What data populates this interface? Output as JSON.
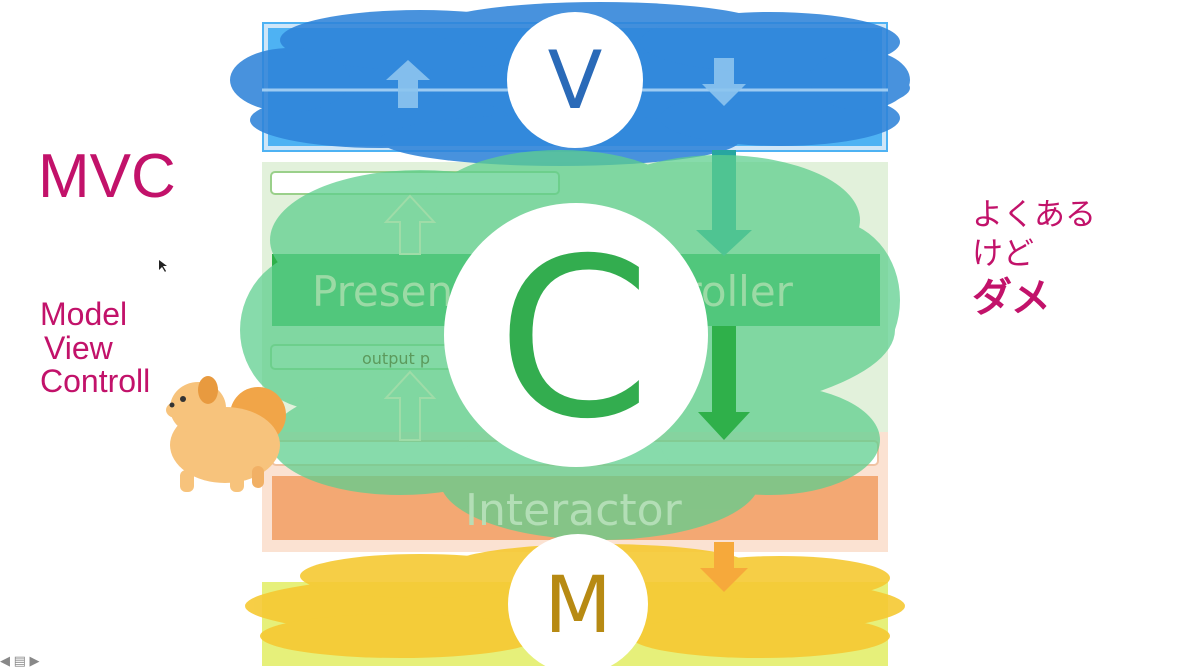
{
  "left": {
    "title": "MVC",
    "subtitle_lines": [
      "Model",
      "View",
      "Controll"
    ]
  },
  "right": {
    "line1": "よくある",
    "line2": "けど",
    "line3": "ダメ"
  },
  "diagram": {
    "view_letter": "V",
    "controller_letter": "C",
    "model_letter": "M",
    "presenter_label": "Presen",
    "controller_label": "troller",
    "output_port_label": "output p",
    "interactor_label": "Interactor"
  },
  "colors": {
    "view_blue": "#2f84d9",
    "controller_green": "#5ecf8e",
    "model_yellow": "#f6c932",
    "interactor_orange": "#f3b384",
    "accent_magenta": "#c2126a"
  },
  "footer": {
    "nav_text": "◀ ▤ ▶"
  }
}
